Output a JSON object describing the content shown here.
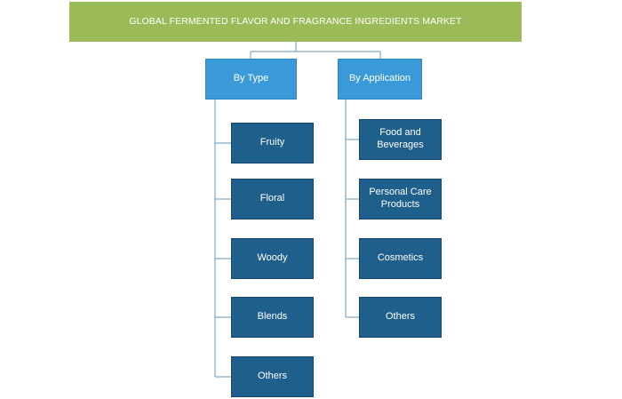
{
  "title": "GLOBAL FERMENTED FLAVOR AND FRAGRANCE INGREDIENTS MARKET",
  "categories": [
    {
      "label": "By Type",
      "items": [
        "Fruity",
        "Floral",
        "Woody",
        "Blends",
        "Others"
      ]
    },
    {
      "label": "By Application",
      "items": [
        "Food and\nBeverages",
        "Personal Care\nProducts",
        "Cosmetics",
        "Others"
      ]
    }
  ],
  "colors": {
    "title_bg": "#9bbb59",
    "category_bg": "#3a9ad9",
    "leaf_bg": "#1f5f8b",
    "connector": "#7fa8c8",
    "text": "#ffffff"
  }
}
